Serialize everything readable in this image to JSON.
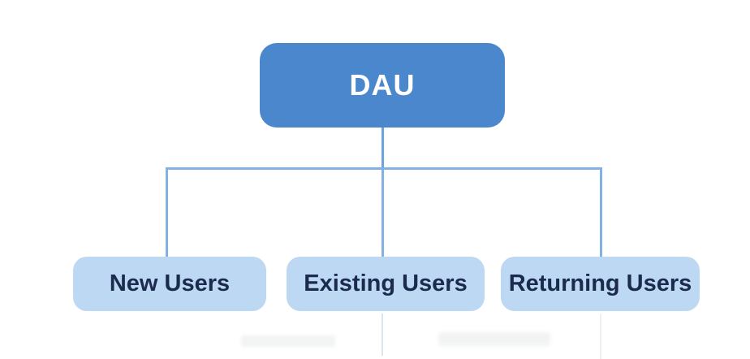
{
  "diagram": {
    "type": "org-chart-tree",
    "root": {
      "label": "DAU"
    },
    "children": [
      {
        "label": "New Users"
      },
      {
        "label": "Existing Users"
      },
      {
        "label": "Returning Users"
      }
    ]
  },
  "colors": {
    "background": "#ffffff",
    "root_fill": "#4a87cc",
    "root_text": "#ffffff",
    "child_fill": "#bcd8f2",
    "child_text": "#1b2a4d",
    "connector": "#82b2e3",
    "connector_dark": "#6da2db"
  }
}
